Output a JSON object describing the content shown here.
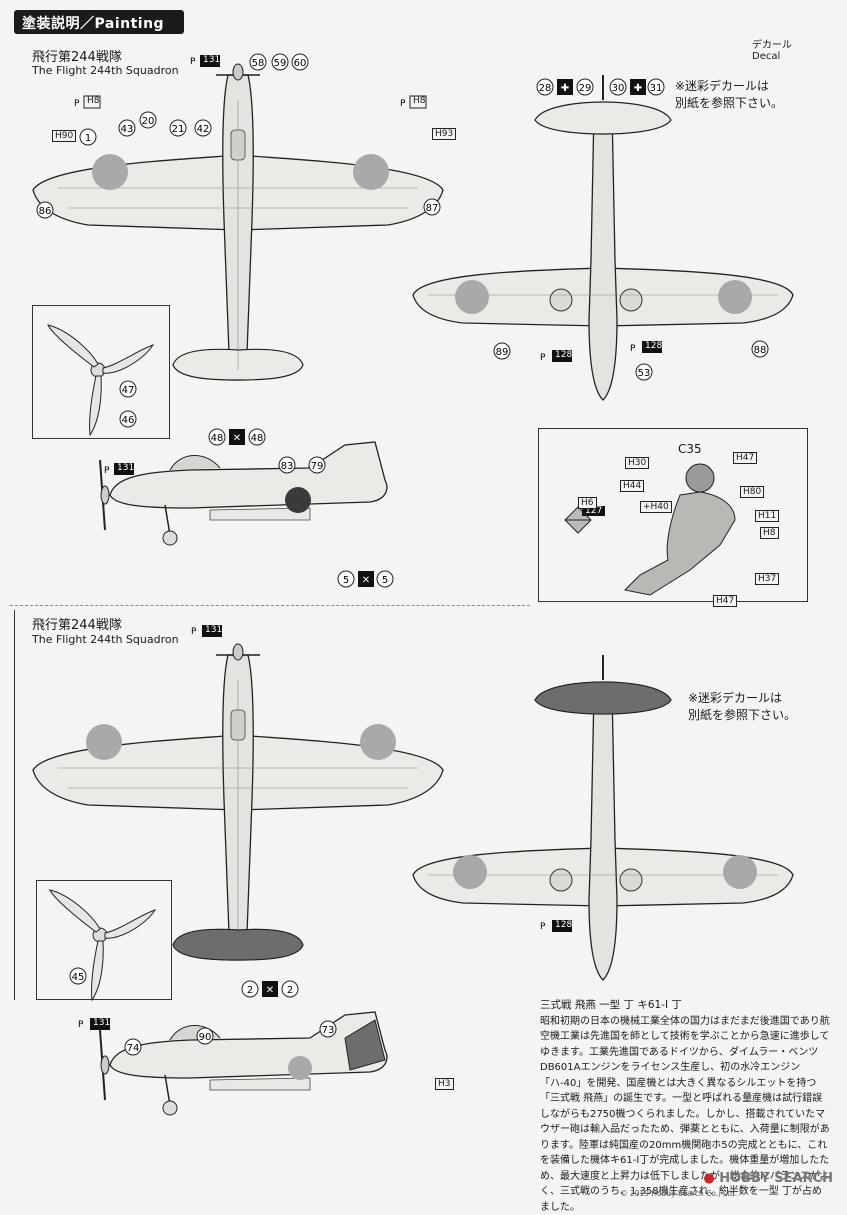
{
  "header": {
    "title": "塗装説明／Painting"
  },
  "legend": {
    "decal_jp": "デカール",
    "decal_en": "Decal"
  },
  "sections": [
    {
      "title_jp": "飛行第244戦隊",
      "title_en": "The Flight 244th Squadron",
      "note": "※迷彩デカールは\n別紙を参照下さい。"
    },
    {
      "title_jp": "飛行第244戦隊",
      "title_en": "The Flight 244th Squadron",
      "note": "※迷彩デカールは\n別紙を参照下さい。"
    }
  ],
  "figure_label": "C35",
  "figure_colors": [
    "H30",
    "H47",
    "H44",
    "H80",
    "H6",
    "+H40",
    "H11",
    "H8",
    "H37",
    "H47"
  ],
  "paint_codes": {
    "h8": "H8",
    "h90": "H90",
    "h93": "H93",
    "h3": "H3",
    "c131": "131",
    "c128": "128",
    "c127": "127"
  },
  "description": {
    "title": "三式戦 飛燕 一型 丁 キ61-I 丁",
    "body": "昭和初期の日本の機械工業全体の国力はまだまだ後進国であり航空機工業は先進国を師として技術を学ぶことから急速に進歩してゆきます。工業先進国であるドイツから、ダイムラー・ベンツDB601Aエンジンをライセンス生産し、初の水冷エンジン「ハ-40」を開発、国産機とは大きく異なるシルエットを持つ「三式戦 飛燕」の誕生です。一型と呼ばれる量産機は試行錯誤しながらも2750機つくられました。しかし、搭載されていたマウザー砲は輸入品だったため、弾薬とともに、入荷量に制限があります。陸軍は純国産の20mm機関砲ホ5の完成とともに、これを装備した機体キ61-I丁が完成しました。機体重量が増加したため、最大速度と上昇力は低下しましたが、総合的にバランスがよく、三式戦のうち、1,358機生産され、約半数を一型 丁が占めました。"
  },
  "watermark": {
    "brand": "HOBBY SEARCH",
    "copy": "© 2019 Hobby Search Co., Ltd."
  },
  "colors": {
    "ink": "#1a1a1a",
    "paper": "#f4f4f2",
    "roundel": "#a9a9a9",
    "camo": "#6d6d6d"
  }
}
